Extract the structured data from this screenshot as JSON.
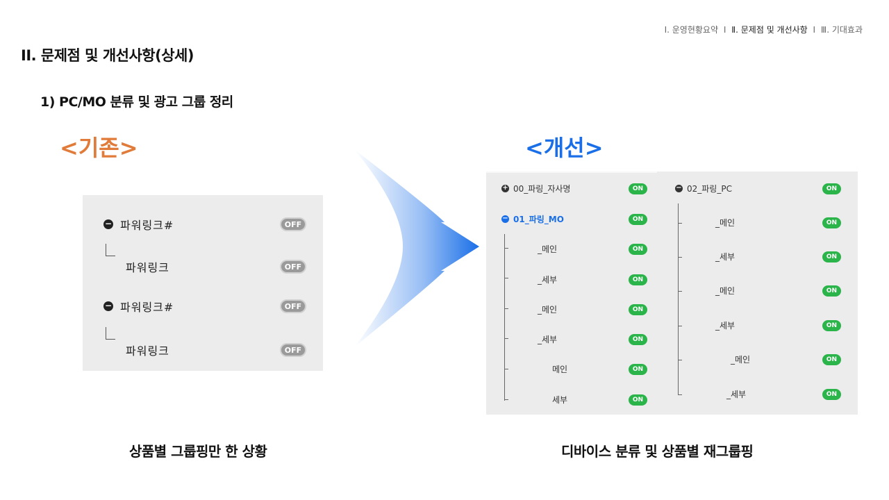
{
  "breadcrumb": {
    "item1": "Ⅰ. 운영현황요약",
    "sep1": "I",
    "item2": "Ⅱ. 문제점 및 개선사항",
    "sep2": "I",
    "item3": "Ⅲ. 기대효과"
  },
  "title": "II. 문제점 및 개선사항(상세)",
  "subtitle": "1) PC/MO 분류 및 광고 그룹 정리",
  "before": {
    "label": "<기존>",
    "rows": [
      {
        "name": "파워링크#",
        "toggle": "OFF"
      },
      {
        "name": "파워링크",
        "toggle": "OFF"
      },
      {
        "name": "파워링크#",
        "toggle": "OFF"
      },
      {
        "name": "파워링크",
        "toggle": "OFF"
      }
    ],
    "caption": "상품별 그룹핑만 한 상황"
  },
  "after": {
    "label": "<개선>",
    "col_a": [
      {
        "name": "00_파링_자사명",
        "toggle": "ON"
      },
      {
        "name": "01_파링_MO",
        "toggle": "ON"
      },
      {
        "name": "_메인",
        "toggle": "ON"
      },
      {
        "name": "_세부",
        "toggle": "ON"
      },
      {
        "name": "_메인",
        "toggle": "ON"
      },
      {
        "name": "_세부",
        "toggle": "ON"
      },
      {
        "name": "메인",
        "toggle": "ON"
      },
      {
        "name": "세부",
        "toggle": "ON"
      }
    ],
    "col_b": [
      {
        "name": "02_파링_PC",
        "toggle": "ON"
      },
      {
        "name": "_메인",
        "toggle": "ON"
      },
      {
        "name": "_세부",
        "toggle": "ON"
      },
      {
        "name": "_메인",
        "toggle": "ON"
      },
      {
        "name": "_세부",
        "toggle": "ON"
      },
      {
        "name": "_메인",
        "toggle": "ON"
      },
      {
        "name": "_세부",
        "toggle": "ON"
      }
    ],
    "caption": "디바이스 분류 및 상품별 재그룹핑"
  },
  "colors": {
    "before_label": "#e07b39",
    "after_label": "#1a6fe8",
    "toggle_on": "#2bb44a",
    "toggle_off": "#9a9a9a",
    "arrow": "#1a6fe8"
  }
}
